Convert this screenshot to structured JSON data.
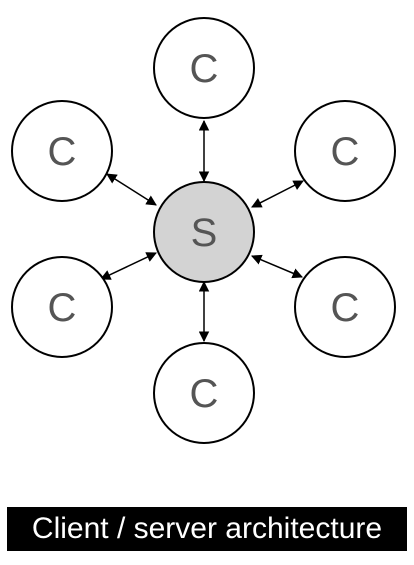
{
  "diagram": {
    "server": {
      "label": "S",
      "fill": "#d3d3d3"
    },
    "clients": [
      {
        "label": "C"
      },
      {
        "label": "C"
      },
      {
        "label": "C"
      },
      {
        "label": "C"
      },
      {
        "label": "C"
      },
      {
        "label": "C"
      }
    ],
    "colors": {
      "stroke": "#000000",
      "label": "#555555",
      "client_fill": "#ffffff"
    }
  },
  "caption": {
    "text": "Client / server architecture"
  }
}
